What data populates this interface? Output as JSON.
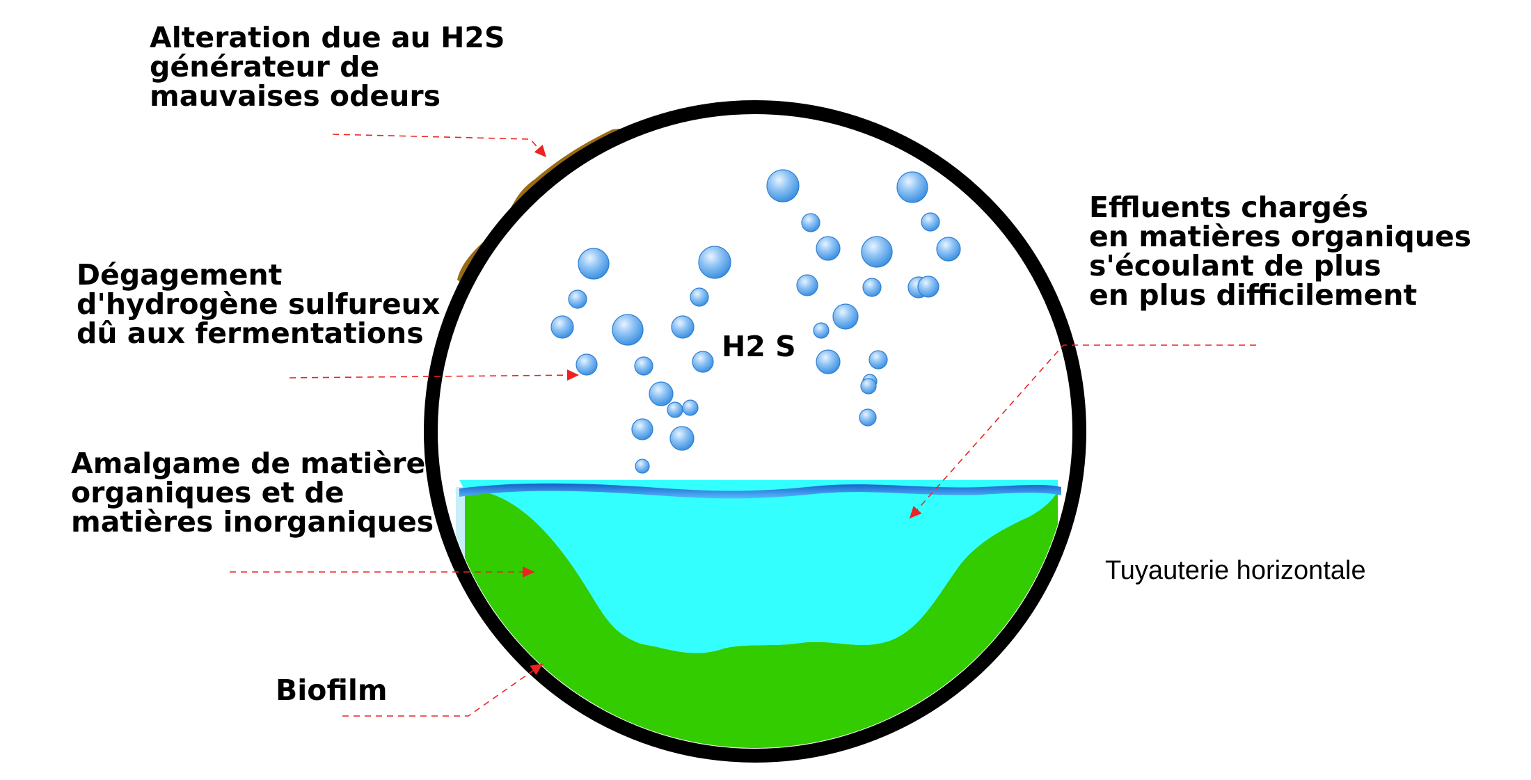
{
  "colors": {
    "pipe_wall": "#000000",
    "pipe_interior": "#ffffff",
    "corrosion": "#9a6a12",
    "biofilm": "#c8eef8",
    "deposit": "#33cc00",
    "effluent": "#33ffff",
    "effluent_surface": "#1d7fd6",
    "leader_line": "#ee2222",
    "pipe_label": "#8b0000"
  },
  "icons": {
    "bubble": "h2s-bubble-icon",
    "arrowhead": "arrowhead-icon"
  },
  "labels": {
    "alteration": [
      "Alteration due au H2S",
      "générateur de",
      "mauvaises odeurs"
    ],
    "degagement": [
      "Dégagement",
      "d'hydrogène sulfureux",
      "dû aux fermentations"
    ],
    "amalgame": [
      "Amalgame de matière",
      "organiques et de",
      "matières inorganiques"
    ],
    "biofilm": "Biofilm",
    "effluents": [
      "Effluents chargés",
      "en matières organiques",
      "s'écoulant de plus",
      "en plus difficilement"
    ],
    "gas": "H2 S",
    "pipe": "Tuyauterie horizontale"
  }
}
